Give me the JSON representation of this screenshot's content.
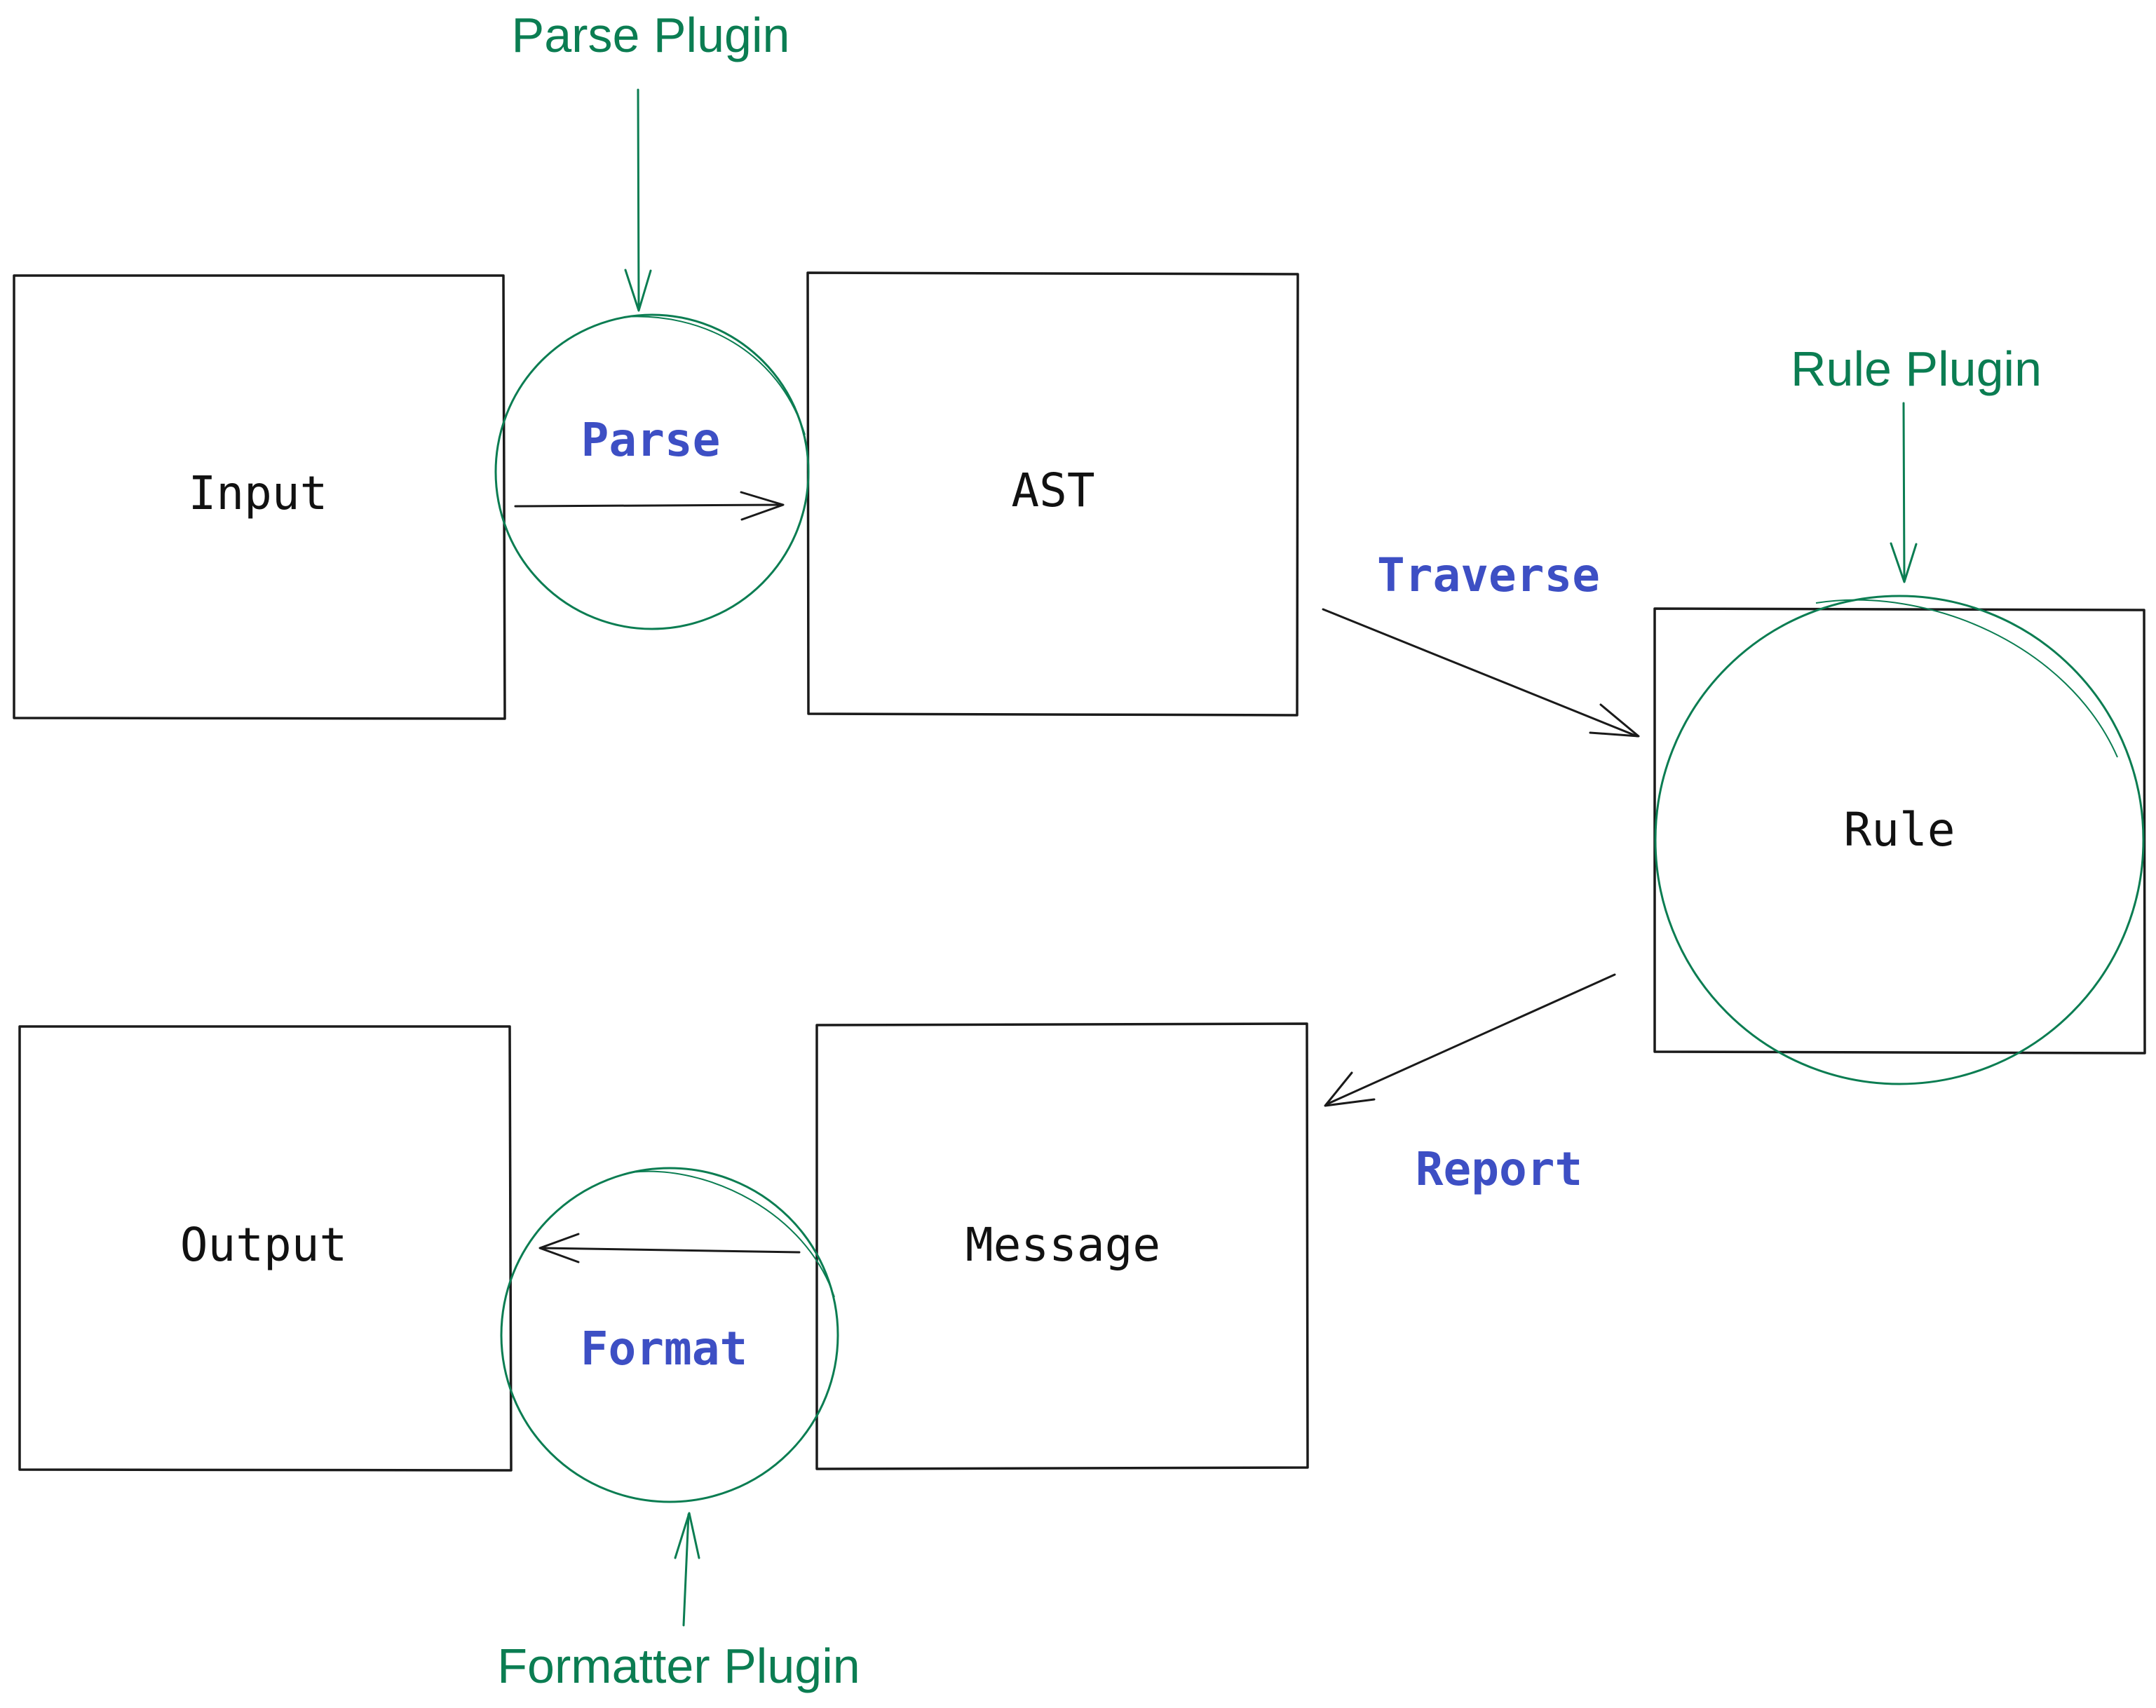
{
  "boxes": {
    "input": "Input",
    "ast": "AST",
    "rule": "Rule",
    "message": "Message",
    "output": "Output"
  },
  "actions": {
    "parse": "Parse",
    "traverse": "Traverse",
    "report": "Report",
    "format": "Format"
  },
  "plugins": {
    "parse_plugin": "Parse Plugin",
    "rule_plugin": "Rule Plugin",
    "formatter_plugin": "Formatter Plugin"
  },
  "colors": {
    "box_stroke": "#1a1a1a",
    "plugin_green": "#0b7d52",
    "action_blue": "#3d4fc4"
  }
}
